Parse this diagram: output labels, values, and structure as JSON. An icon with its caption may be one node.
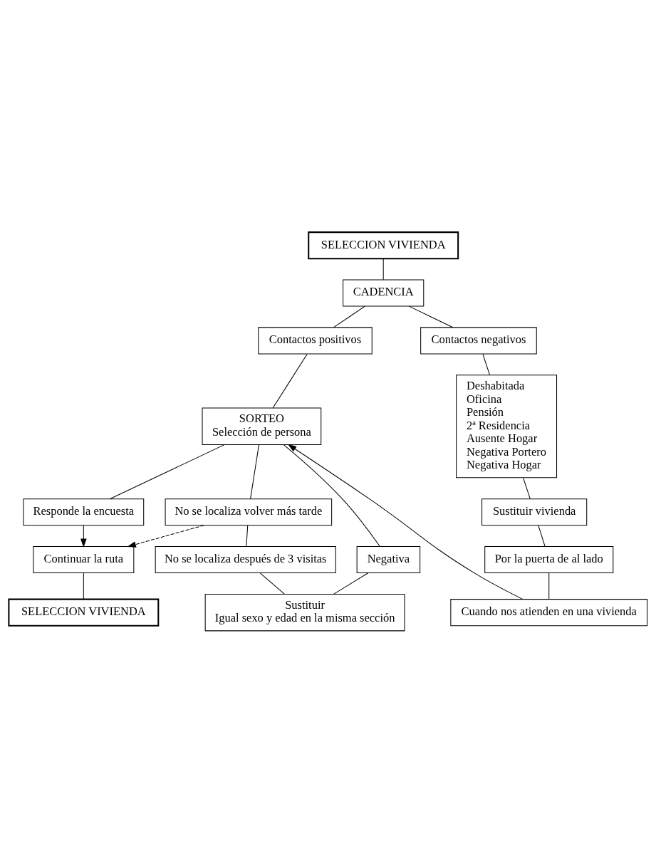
{
  "diagram": {
    "nodes": [
      {
        "text": [
          "SELECCION VIVIENDA"
        ]
      },
      {
        "text": [
          "CADENCIA"
        ]
      },
      {
        "text": [
          "Contactos positivos"
        ]
      },
      {
        "text": [
          "Contactos negativos"
        ]
      },
      {
        "text": [
          "SORTEO",
          "Selección de persona"
        ]
      },
      {
        "text": [
          "Responde la encuesta"
        ]
      },
      {
        "text": [
          "No se localiza volver más tarde"
        ]
      },
      {
        "text": [
          "Negativa"
        ]
      },
      {
        "text": [
          "Deshabitada",
          "Oficina",
          "Pensión",
          "2ª Residencia",
          "Ausente Hogar",
          "Negativa Portero",
          "Negativa Hogar"
        ]
      },
      {
        "text": [
          "No se localiza después de 3 visitas"
        ]
      },
      {
        "text": [
          "Sustituir vivienda"
        ]
      },
      {
        "text": [
          "Sustituir",
          "Igual sexo y edad en la misma sección"
        ]
      },
      {
        "text": [
          "Por la puerta de al lado"
        ]
      },
      {
        "text": [
          "Cuando nos atienden en una vivienda"
        ]
      },
      {
        "text": [
          "Continuar la ruta"
        ]
      },
      {
        "text": [
          "SELECCION VIVIENDA"
        ]
      }
    ],
    "edges": [
      {
        "from": 0,
        "to": 1,
        "arrow": "none"
      },
      {
        "from": 1,
        "to": 2,
        "arrow": "none"
      },
      {
        "from": 1,
        "to": 3,
        "arrow": "none"
      },
      {
        "from": 2,
        "to": 4,
        "arrow": "none"
      },
      {
        "from": 3,
        "to": 8,
        "arrow": "none"
      },
      {
        "from": 4,
        "to": 5,
        "arrow": "none"
      },
      {
        "from": 4,
        "to": 6,
        "arrow": "none"
      },
      {
        "from": 4,
        "to": 7,
        "arrow": "none"
      },
      {
        "from": 6,
        "to": 9,
        "arrow": "none"
      },
      {
        "from": 9,
        "to": 11,
        "arrow": "none"
      },
      {
        "from": 7,
        "to": 11,
        "arrow": "none"
      },
      {
        "from": 8,
        "to": 10,
        "arrow": "none"
      },
      {
        "from": 10,
        "to": 12,
        "arrow": "none"
      },
      {
        "from": 12,
        "to": 13,
        "arrow": "none"
      },
      {
        "from": 13,
        "to": 4,
        "arrow": "to"
      },
      {
        "from": 5,
        "to": 14,
        "arrow": "to"
      },
      {
        "from": 6,
        "to": 14,
        "arrow": "to",
        "style": "dashed"
      },
      {
        "from": 14,
        "to": 15,
        "arrow": "none"
      }
    ]
  }
}
